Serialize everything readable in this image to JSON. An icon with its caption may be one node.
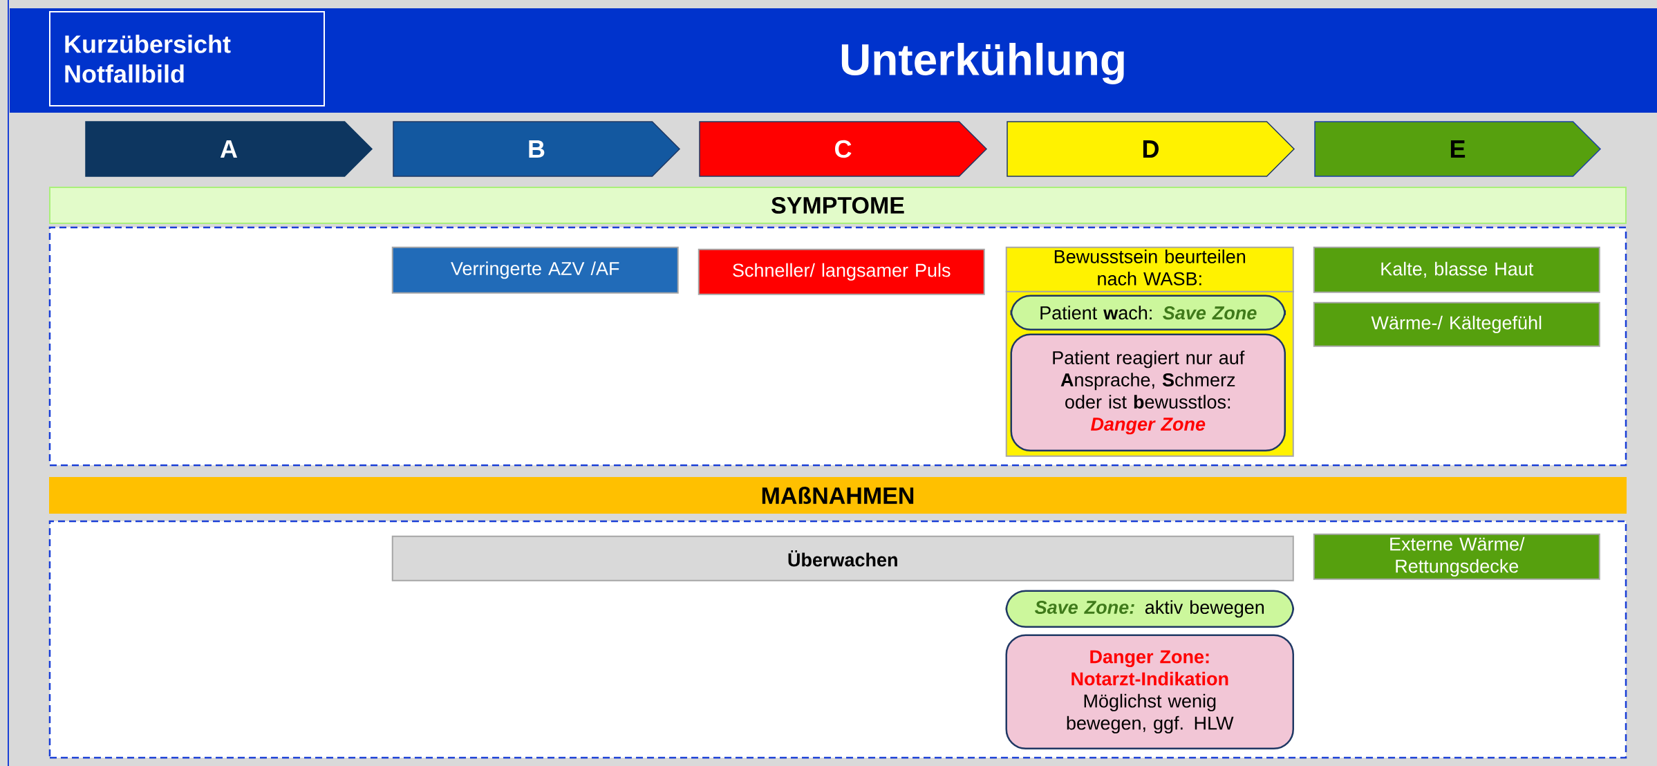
{
  "diagram": {
    "title": "Unterkühlung",
    "nodes": [
      {
        "text": [
          "Kurzübersicht Notfallbild"
        ]
      },
      {
        "text": [
          "A"
        ]
      },
      {
        "text": [
          "B"
        ]
      },
      {
        "text": [
          "C"
        ]
      },
      {
        "text": [
          "D"
        ]
      },
      {
        "text": [
          "E"
        ]
      },
      {
        "text": [
          "SYMPTOME"
        ]
      },
      {
        "text": [],
        "shape": "box"
      },
      {
        "text": [
          "Verringerte AZV /AF"
        ],
        "in": 7
      },
      {
        "text": [
          "Schneller/ langsamer Puls"
        ],
        "in": 7
      },
      {
        "text": [
          "Bewusstsein beurteilen nach WASB:"
        ],
        "in": 7
      },
      {
        "text": [
          "Patient **w**ach:",
          "Save Zone"
        ],
        "in": 10
      },
      {
        "text": [
          "Patient reagiert nur auf **A**nsprache, **S**chmerz oder ist **b**ewusstlos:",
          "Danger Zone"
        ],
        "in": 10
      },
      {
        "text": [
          "Kalte, blasse Haut"
        ],
        "in": 7
      },
      {
        "text": [
          "Wärme-/ Kältegefühl"
        ],
        "in": 7
      },
      {
        "text": [
          "MAßNAHMEN"
        ]
      },
      {
        "text": [],
        "shape": "box"
      },
      {
        "text": [
          "Überwachen"
        ],
        "in": 16
      },
      {
        "text": [
          "Externe Wärme/ Rettungsdecke"
        ],
        "in": 16
      },
      {
        "text": [
          "Save Zone:",
          "aktiv bewegen"
        ],
        "in": 16
      },
      {
        "text": [
          "Danger Zone: Notarzt-Indikation",
          "Möglichst wenig bewegen, ggf. HLW"
        ],
        "in": 16
      }
    ]
  }
}
